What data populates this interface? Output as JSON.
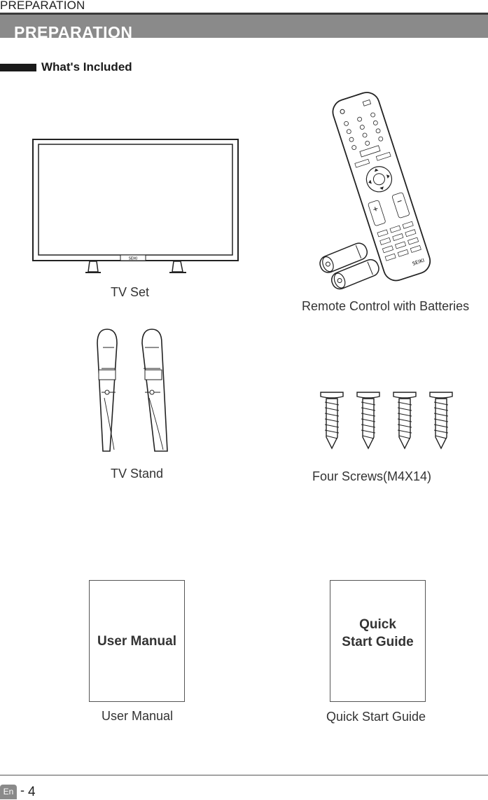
{
  "header": {
    "running_head": "PREPARATION",
    "title": "PREPARATION"
  },
  "section": {
    "title": "What's Included"
  },
  "items": [
    {
      "caption": "TV Set"
    },
    {
      "caption": "Remote Control with Batteries"
    },
    {
      "caption": "TV Stand"
    },
    {
      "caption": "Four Screws(M4X14)"
    },
    {
      "caption": "User Manual",
      "cover_text": "User Manual"
    },
    {
      "caption": "Quick Start Guide",
      "cover_text": "Quick\nStart Guide"
    }
  ],
  "footer": {
    "language": "En",
    "separator": "-",
    "page_number": "4"
  }
}
